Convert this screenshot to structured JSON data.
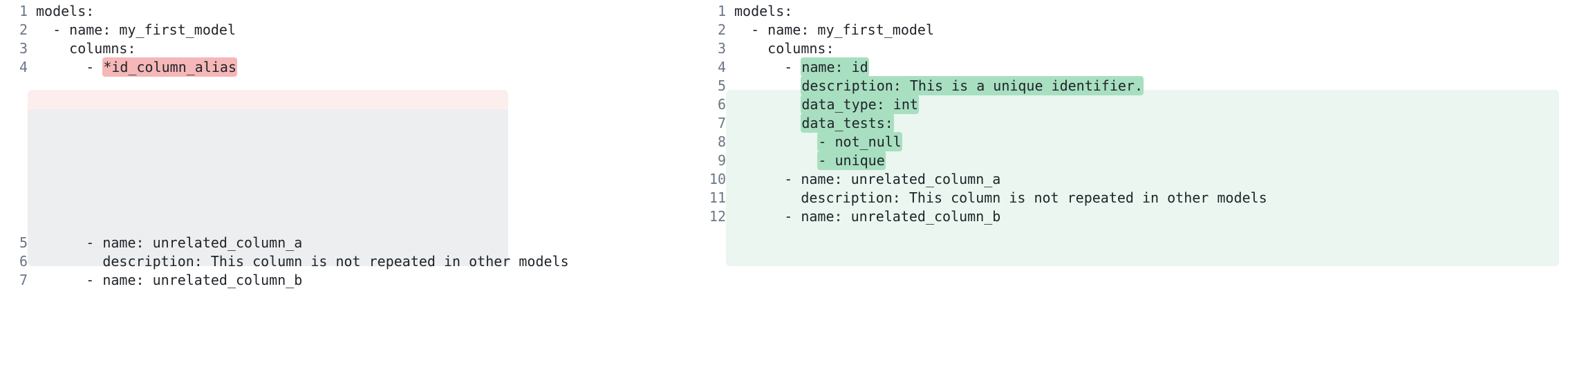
{
  "comparison": {
    "type": "yaml-diff-side-by-side",
    "colors": {
      "deletion_band": "#fdeeee",
      "deletion_token": "#f5b7b7",
      "addition_band": "#eaf6ef",
      "addition_token": "#a8dfc1",
      "placeholder_block": "#eceef0",
      "line_number": "#6b7684",
      "code_text": "#1f2328",
      "background": "#ffffff"
    }
  },
  "left_panel": {
    "name": "before-yaml",
    "lines": [
      {
        "number": "1",
        "prefix": "models:",
        "highlight": "",
        "suffix": "",
        "state": "normal"
      },
      {
        "number": "2",
        "prefix": "  - name: my_first_model",
        "highlight": "",
        "suffix": "",
        "state": "normal"
      },
      {
        "number": "3",
        "prefix": "    columns:",
        "highlight": "",
        "suffix": "",
        "state": "normal"
      },
      {
        "number": "4",
        "prefix": "      - ",
        "highlight": "*id_column_alias",
        "suffix": "",
        "state": "deleted"
      },
      {
        "number": "5",
        "prefix": "      - name: unrelated_column_a",
        "highlight": "",
        "suffix": "",
        "state": "normal"
      },
      {
        "number": "6",
        "prefix": "        description: This column is not repeated in other models",
        "highlight": "",
        "suffix": "",
        "state": "normal"
      },
      {
        "number": "7",
        "prefix": "      - name: unrelated_column_b",
        "highlight": "",
        "suffix": "",
        "state": "normal"
      }
    ]
  },
  "right_panel": {
    "name": "after-yaml",
    "lines": [
      {
        "number": "1",
        "prefix": "models:",
        "highlight": "",
        "suffix": "",
        "state": "normal"
      },
      {
        "number": "2",
        "prefix": "  - name: my_first_model",
        "highlight": "",
        "suffix": "",
        "state": "normal"
      },
      {
        "number": "3",
        "prefix": "    columns:",
        "highlight": "",
        "suffix": "",
        "state": "normal"
      },
      {
        "number": "4",
        "prefix": "      - ",
        "highlight": "name: id",
        "suffix": "",
        "state": "added"
      },
      {
        "number": "5",
        "prefix": "        ",
        "highlight": "description: This is a unique identifier.",
        "suffix": "",
        "state": "added"
      },
      {
        "number": "6",
        "prefix": "        ",
        "highlight": "data_type: int",
        "suffix": "",
        "state": "added"
      },
      {
        "number": "7",
        "prefix": "        ",
        "highlight": "data_tests:",
        "suffix": "",
        "state": "added"
      },
      {
        "number": "8",
        "prefix": "          ",
        "highlight": "- not_null",
        "suffix": "",
        "state": "added"
      },
      {
        "number": "9",
        "prefix": "          ",
        "highlight": "- unique",
        "suffix": "",
        "state": "added"
      },
      {
        "number": "10",
        "prefix": "      - name: unrelated_column_a",
        "highlight": "",
        "suffix": "",
        "state": "normal"
      },
      {
        "number": "11",
        "prefix": "        description: This column is not repeated in other models",
        "highlight": "",
        "suffix": "",
        "state": "normal"
      },
      {
        "number": "12",
        "prefix": "      - name: unrelated_column_b",
        "highlight": "",
        "suffix": "",
        "state": "normal"
      }
    ]
  }
}
